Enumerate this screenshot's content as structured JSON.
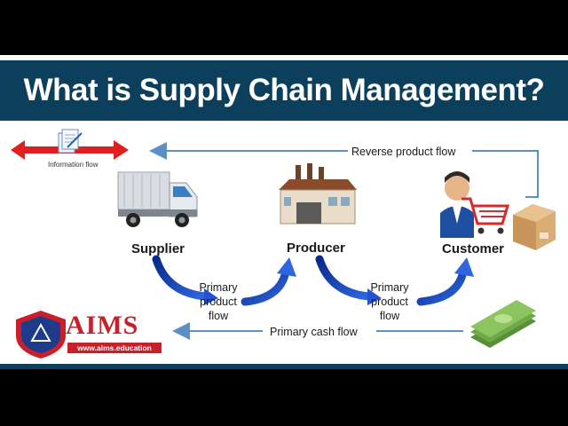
{
  "title": "What is Supply Chain Management?",
  "info_flow_label": "Information flow",
  "nodes": {
    "supplier": "Supplier",
    "producer": "Producer",
    "customer": "Customer"
  },
  "flows": {
    "reverse_product": "Reverse product flow",
    "primary_product_left": [
      "Primary",
      "product",
      "flow"
    ],
    "primary_product_right": [
      "Primary",
      "product",
      "flow"
    ],
    "primary_cash": "Primary cash flow"
  },
  "brand": {
    "name": "AIMS",
    "url": "www.aims.education"
  },
  "colors": {
    "title_bar": "#0b3f5b",
    "arrow_blue": "#1e40b8",
    "line_blue": "#5b8fc7",
    "info_arrow_red": "#e02020",
    "brand_red": "#c8202a"
  }
}
